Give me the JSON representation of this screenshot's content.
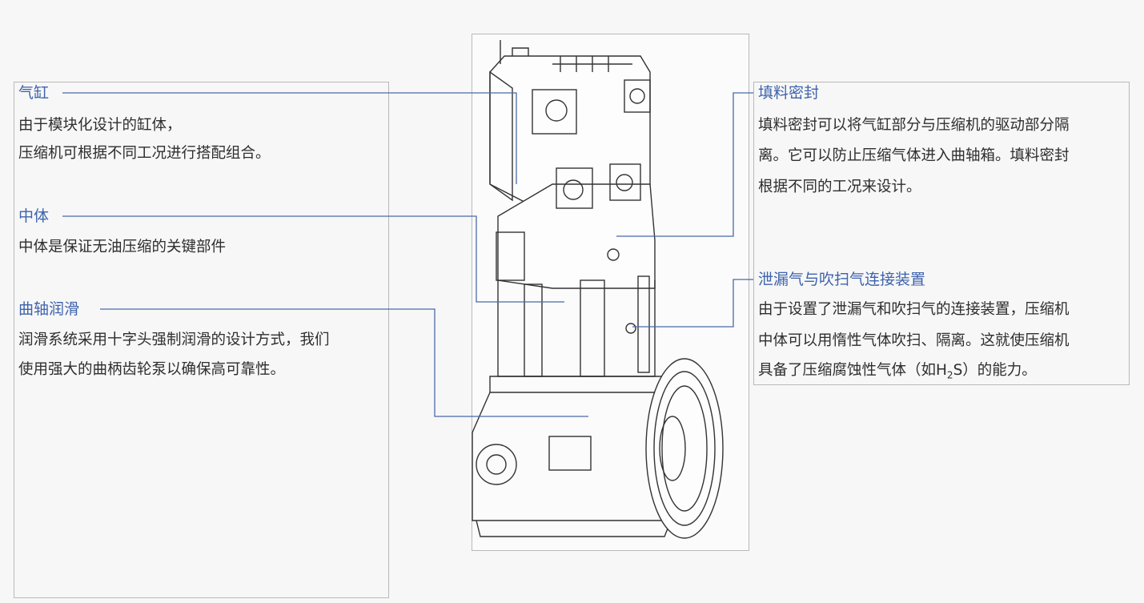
{
  "left": {
    "cylinder": {
      "title": "气缸",
      "lines": [
        "由于模块化设计的缸体，",
        "压缩机可根据不同工况进行搭配组合。"
      ]
    },
    "distance_piece": {
      "title": "中体",
      "lines": [
        "中体是保证无油压缩的关键部件"
      ]
    },
    "crankshaft_lubrication": {
      "title": "曲轴润滑",
      "lines": [
        "润滑系统采用十字头强制润滑的设计方式，我们",
        "使用强大的曲柄齿轮泵以确保高可靠性。"
      ]
    }
  },
  "right": {
    "packing_seal": {
      "title": "填料密封",
      "lines": [
        "填料密封可以将气缸部分与压缩机的驱动部分隔",
        "离。它可以防止压缩气体进入曲轴箱。填料密封",
        "根据不同的工况来设计。"
      ]
    },
    "purge_connection": {
      "title": "泄漏气与吹扫气连接装置",
      "lines": [
        "由于设置了泄漏气和吹扫气的连接装置，压缩机",
        "中体可以用惰性气体吹扫、隔离。这就使压缩机"
      ],
      "last_line_pre": "具备了压缩腐蚀性气体（如H",
      "last_line_sub": "2",
      "last_line_post": "S）的能力。"
    }
  },
  "colors": {
    "title": "#3d63ad",
    "text": "#2e2e2e",
    "leader": "#4a6aa8"
  }
}
